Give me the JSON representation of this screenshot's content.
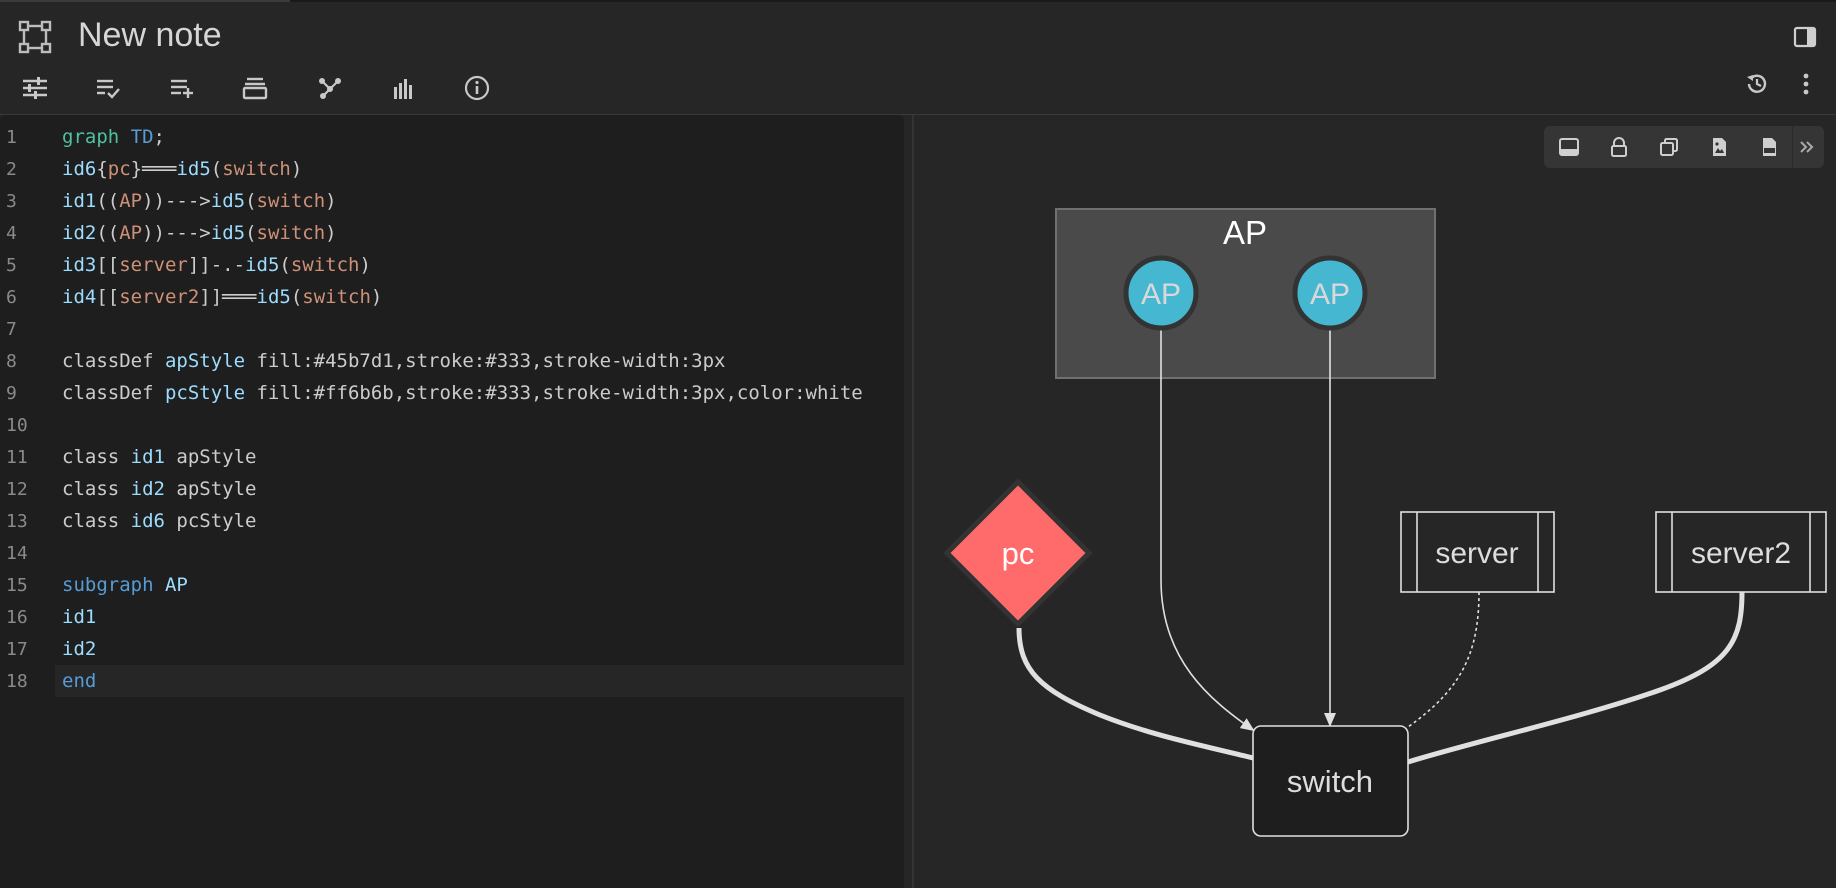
{
  "header": {
    "title": "New note",
    "toolbar_icons": [
      "sliders-icon",
      "checklist-icon",
      "add-list-icon",
      "stack-icon",
      "graph-nodes-icon",
      "bar-chart-icon",
      "info-icon"
    ],
    "right_icons": [
      "history-icon",
      "more-vertical-icon"
    ]
  },
  "editor": {
    "line_numbers": [
      "1",
      "2",
      "3",
      "4",
      "5",
      "6",
      "7",
      "8",
      "9",
      "10",
      "11",
      "12",
      "13",
      "14",
      "15",
      "16",
      "17",
      "18"
    ],
    "lines": [
      [
        [
          "t-kw",
          "graph"
        ],
        [
          "t-plain",
          " "
        ],
        [
          "t-blue",
          "TD"
        ],
        [
          "t-plain",
          ";"
        ]
      ],
      [
        [
          "t-id",
          "id6"
        ],
        [
          "t-plain",
          "{"
        ],
        [
          "t-str",
          "pc"
        ],
        [
          "t-plain",
          "}═══"
        ],
        [
          "t-id",
          "id5"
        ],
        [
          "t-plain",
          "("
        ],
        [
          "t-str",
          "switch"
        ],
        [
          "t-plain",
          ")"
        ]
      ],
      [
        [
          "t-id",
          "id1"
        ],
        [
          "t-plain",
          "(("
        ],
        [
          "t-str",
          "AP"
        ],
        [
          "t-plain",
          "))--->"
        ],
        [
          "t-id",
          "id5"
        ],
        [
          "t-plain",
          "("
        ],
        [
          "t-str",
          "switch"
        ],
        [
          "t-plain",
          ")"
        ]
      ],
      [
        [
          "t-id",
          "id2"
        ],
        [
          "t-plain",
          "(("
        ],
        [
          "t-str",
          "AP"
        ],
        [
          "t-plain",
          "))--->"
        ],
        [
          "t-id",
          "id5"
        ],
        [
          "t-plain",
          "("
        ],
        [
          "t-str",
          "switch"
        ],
        [
          "t-plain",
          ")"
        ]
      ],
      [
        [
          "t-id",
          "id3"
        ],
        [
          "t-plain",
          "[["
        ],
        [
          "t-str",
          "server"
        ],
        [
          "t-plain",
          "]]-.-"
        ],
        [
          "t-id",
          "id5"
        ],
        [
          "t-plain",
          "("
        ],
        [
          "t-str",
          "switch"
        ],
        [
          "t-plain",
          ")"
        ]
      ],
      [
        [
          "t-id",
          "id4"
        ],
        [
          "t-plain",
          "[["
        ],
        [
          "t-str",
          "server2"
        ],
        [
          "t-plain",
          "]]═══"
        ],
        [
          "t-id",
          "id5"
        ],
        [
          "t-plain",
          "("
        ],
        [
          "t-str",
          "switch"
        ],
        [
          "t-plain",
          ")"
        ]
      ],
      [],
      [
        [
          "t-plain",
          "classDef "
        ],
        [
          "t-id",
          "apStyle"
        ],
        [
          "t-plain",
          " fill:#45b7d1,stroke:#333,stroke-width:3px"
        ]
      ],
      [
        [
          "t-plain",
          "classDef "
        ],
        [
          "t-id",
          "pcStyle"
        ],
        [
          "t-plain",
          " fill:#ff6b6b,stroke:#333,stroke-width:3px,color:white"
        ]
      ],
      [],
      [
        [
          "t-plain",
          "class "
        ],
        [
          "t-id",
          "id1"
        ],
        [
          "t-plain",
          " apStyle"
        ]
      ],
      [
        [
          "t-plain",
          "class "
        ],
        [
          "t-id",
          "id2"
        ],
        [
          "t-plain",
          " apStyle"
        ]
      ],
      [
        [
          "t-plain",
          "class "
        ],
        [
          "t-id",
          "id6"
        ],
        [
          "t-plain",
          " pcStyle"
        ]
      ],
      [],
      [
        [
          "t-blue",
          "subgraph"
        ],
        [
          "t-plain",
          " "
        ],
        [
          "t-id",
          "AP"
        ]
      ],
      [
        [
          "t-id",
          "id1"
        ]
      ],
      [
        [
          "t-id",
          "id2"
        ]
      ],
      [
        [
          "t-blue",
          "end"
        ]
      ]
    ],
    "active_line": 18
  },
  "preview": {
    "tools": [
      "panel-bottom-icon",
      "lock-icon",
      "copy-icon",
      "image-download-icon",
      "png-download-icon",
      "double-chevron-icon"
    ],
    "diagram": {
      "subgraph_label": "AP",
      "ap_label_1": "AP",
      "ap_label_2": "AP",
      "pc_label": "pc",
      "server_label": "server",
      "server2_label": "server2",
      "switch_label": "switch",
      "colors": {
        "ap": "#45b7d1",
        "pc": "#ff6b6b",
        "stroke": "#333333",
        "subgraph": "#4a4a4a"
      }
    }
  }
}
